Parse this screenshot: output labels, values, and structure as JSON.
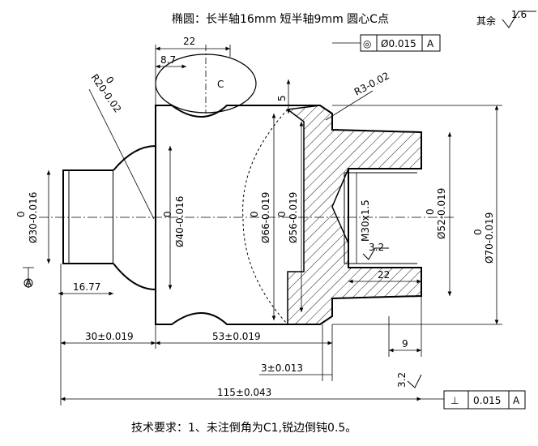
{
  "header": {
    "ellipse_note": "椭圆：长半轴16mm 短半轴9mm  圆心C点",
    "other_roughness_label": "其余",
    "other_roughness_value": "1.6"
  },
  "tolerance_frames": {
    "top": {
      "symbol": "◎",
      "value": "Ø0.015",
      "datum": "A"
    },
    "bottom": {
      "symbol": "⊥",
      "value": "0.015",
      "datum": "A"
    }
  },
  "datum_label": "A",
  "center_label": "C",
  "roughness_thread": "3.2",
  "roughness_right": "3.2",
  "dimensions": {
    "d22_top": "22",
    "d8_7": "8.7",
    "d5": "5",
    "r3": "R3-0.02",
    "r20": "R20-0.02",
    "r_zero": "0",
    "phi30": "Ø30-0.016",
    "phi40": "Ø40-0.016",
    "phi66": "Ø66-0.019",
    "phi56": "Ø56-0.019",
    "thread": "M30x1.5",
    "phi52": "Ø52-0.019",
    "phi70": "Ø70-0.019",
    "upper_zero": "0",
    "d16_77": "16.77",
    "d22_bore": "22",
    "d30": "30±0.019",
    "d53": "53±0.019",
    "d9": "9",
    "d3": "3±0.013",
    "d115": "115±0.043"
  },
  "footer_note": "技术要求：1、未注倒角为C1,锐边倒钝0.5。"
}
